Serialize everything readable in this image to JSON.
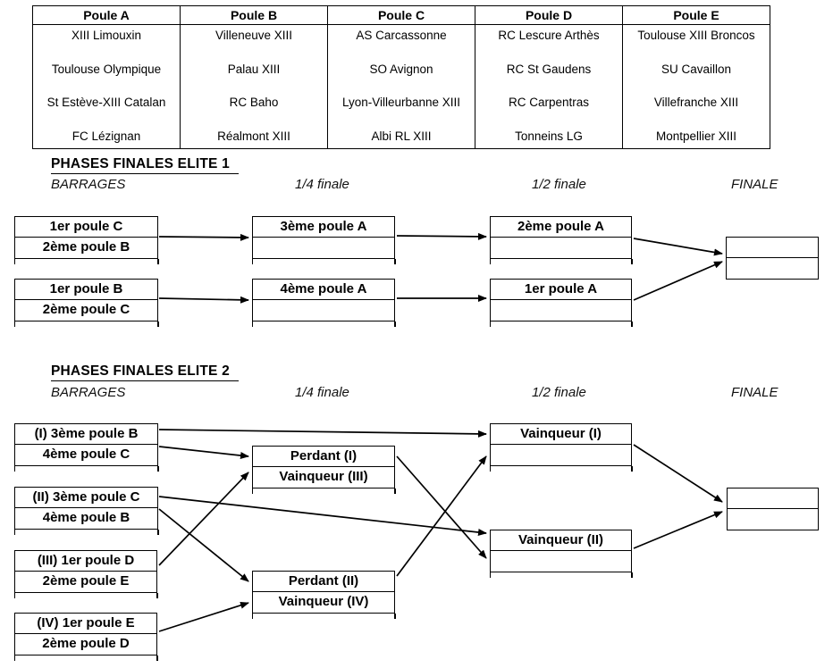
{
  "pools_table": {
    "columns": [
      {
        "header": "Poule A",
        "teams": [
          "XIII Limouxin",
          "Toulouse Olympique",
          "St Estève-XIII Catalan",
          "FC Lézignan"
        ]
      },
      {
        "header": "Poule B",
        "teams": [
          "Villeneuve XIII",
          "Palau XIII",
          "RC Baho",
          "Réalmont XIII"
        ]
      },
      {
        "header": "Poule C",
        "teams": [
          "AS Carcassonne",
          "SO Avignon",
          "Lyon-Villeurbanne XIII",
          "Albi RL XIII"
        ]
      },
      {
        "header": "Poule D",
        "teams": [
          "RC Lescure Arthès",
          "RC St Gaudens",
          "RC Carpentras",
          "Tonneins LG"
        ]
      },
      {
        "header": "Poule E",
        "teams": [
          "Toulouse XIII Broncos",
          "SU Cavaillon",
          "Villefranche XIII",
          "Montpellier XIII"
        ]
      }
    ]
  },
  "elite1": {
    "title": "PHASES FINALES ELITE 1",
    "stages": {
      "barrages": "BARRAGES",
      "quarter": "1/4 finale",
      "semi": "1/2 finale",
      "final": "FINALE"
    },
    "barrages": [
      {
        "row1": "1er poule C",
        "row2": "2ème poule B"
      },
      {
        "row1": "1er poule B",
        "row2": "2ème poule C"
      }
    ],
    "quarters": [
      {
        "row1": "3ème poule A",
        "row2": ""
      },
      {
        "row1": "4ème poule A",
        "row2": ""
      }
    ],
    "semis": [
      {
        "row1": "2ème poule A",
        "row2": ""
      },
      {
        "row1": "1er poule A",
        "row2": ""
      }
    ],
    "final": {
      "row1": "",
      "row2": ""
    },
    "connections": [
      "barrage1 → quart1",
      "barrage2 → quart2",
      "quart1 → demi1",
      "quart2 → demi2",
      "demi1 → finale",
      "demi2 → finale"
    ]
  },
  "elite2": {
    "title": "PHASES FINALES ELITE 2",
    "stages": {
      "barrages": "BARRAGES",
      "quarter": "1/4 finale",
      "semi": "1/2 finale",
      "final": "FINALE"
    },
    "barrages": [
      {
        "row1": "(I) 3ème poule B",
        "row2": "4ème poule C"
      },
      {
        "row1": "(II) 3ème poule C",
        "row2": "4ème poule B"
      },
      {
        "row1": "(III) 1er poule D",
        "row2": "2ème poule E"
      },
      {
        "row1": "(IV) 1er poule E",
        "row2": "2ème poule D"
      }
    ],
    "quarters": [
      {
        "row1": "Perdant (I)",
        "row2": "Vainqueur (III)"
      },
      {
        "row1": "Perdant (II)",
        "row2": "Vainqueur (IV)"
      }
    ],
    "semis": [
      {
        "row1": "Vainqueur (I)",
        "row2": ""
      },
      {
        "row1": "Vainqueur (II)",
        "row2": ""
      }
    ],
    "final": {
      "row1": "",
      "row2": ""
    },
    "connections": [
      "barrage I (vainqueur) → demi 1",
      "barrage I (perdant) → quart 1",
      "barrage II (vainqueur) → demi 2",
      "barrage II (perdant) → quart 2",
      "barrage III (vainqueur) → quart 1",
      "barrage IV (vainqueur) → quart 2",
      "quart 1 → demi 2",
      "quart 2 → demi 1",
      "demi 1 → finale",
      "demi 2 → finale"
    ]
  },
  "colors": {
    "line": "#000000",
    "text": "#000000",
    "background": "#ffffff"
  }
}
